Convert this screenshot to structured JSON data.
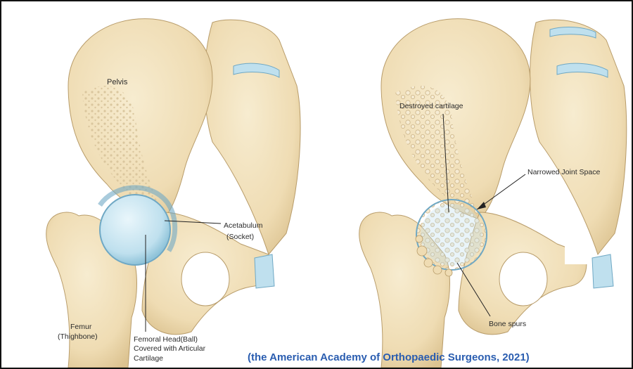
{
  "figure": {
    "left_panel": {
      "labels": {
        "pelvis": "Pelvis",
        "acetabulum_1": "Acetabulum",
        "acetabulum_2": "(Socket)",
        "femur_1": "Femur",
        "femur_2": "(Thighbone)",
        "head_1": "Femoral Head(Ball)",
        "head_2": "Covered with Articular",
        "head_3": "Cartilage"
      }
    },
    "right_panel": {
      "labels": {
        "destroyed": "Destroyed cartilage",
        "narrowed": "Narrowed Joint Space",
        "spurs": "Bone spurs"
      }
    },
    "caption": "(the American Academy of Orthopaedic Surgeons, 2021)",
    "colors": {
      "bone": "#f2e3bf",
      "bone_dark": "#e2cc9c",
      "bone_outline": "#b89c6a",
      "cartilage": "#bfe0ee",
      "cartilage_edge": "#6fa8c4",
      "spongy": "#e9d8b2",
      "caption": "#2a5db0"
    }
  }
}
